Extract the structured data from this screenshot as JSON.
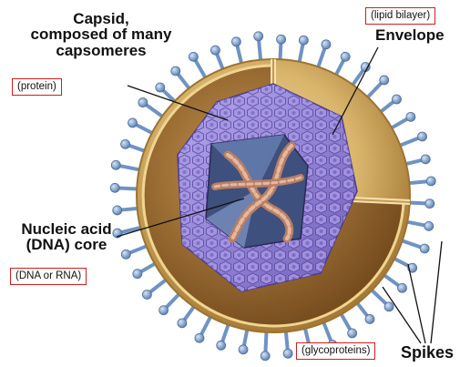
{
  "labels": {
    "capsid_line1": "Capsid,",
    "capsid_line2": "composed of many",
    "capsid_line3": "capsomeres",
    "envelope": "Envelope",
    "nucleic_line1": "Nucleic acid",
    "nucleic_line2": "(DNA) core",
    "spikes": "Spikes"
  },
  "boxed_notes": {
    "lipid": "(lipid bilayer)",
    "protein": "(protein)",
    "dna_rna": "(DNA or RNA)",
    "glyco": "(glycoproteins)"
  },
  "colors": {
    "envelope_outer": "#d9b56c",
    "envelope_inner": "#8a5a24",
    "capsid": "#9d8fd8",
    "capsid_dark": "#5d4aa2",
    "spike": "#6f93c2",
    "spike_head": "#9db6dc",
    "core_window": "#4b5f8f",
    "dna": "#c9957a",
    "box_border": "#cc1f1f"
  }
}
